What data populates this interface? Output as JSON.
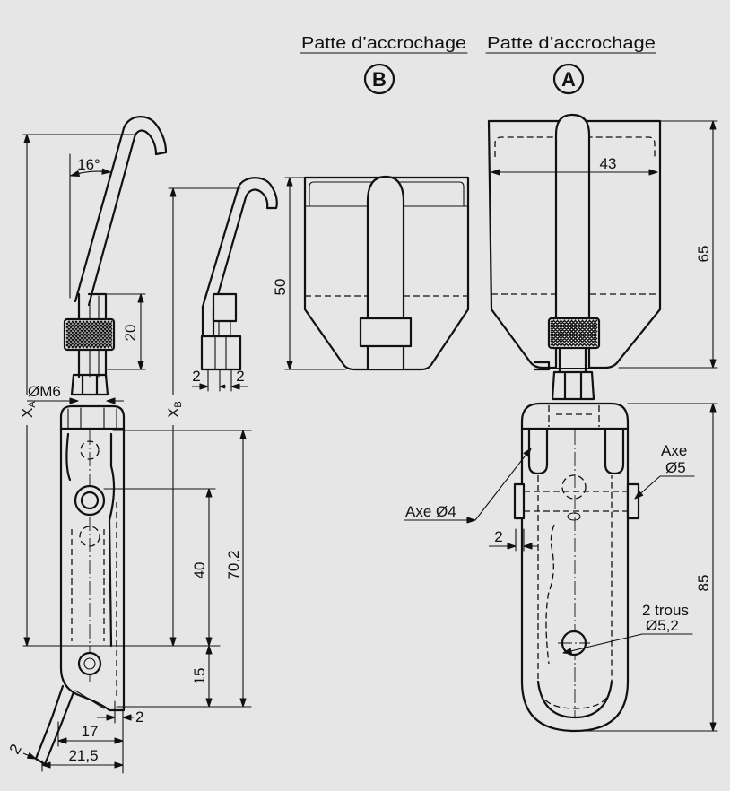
{
  "header": {
    "title_b": "Patte d’accrochage",
    "title_a": "Patte d’accrochage",
    "label_b": "B",
    "label_a": "A"
  },
  "dimensions": {
    "angle": "16°",
    "rod_length": "20",
    "thread": "ØM6",
    "x_a": {
      "letter": "X",
      "sub": "A"
    },
    "x_b": {
      "letter": "X",
      "sub": "B"
    },
    "pivot_to_hole": "40",
    "body_height": "70,2",
    "hole_to_end": "15",
    "gap": "2",
    "width_inner": "17",
    "width_outer": "21,5",
    "tail_thickness": "2",
    "hook_b_left": "2",
    "hook_b_right": "2",
    "plate_b_height": "50",
    "plate_a_width": "43",
    "plate_a_height": "65",
    "body_a_height": "85",
    "side_clearance": "2"
  },
  "callouts": {
    "axe5_label": "Axe",
    "axe5_dia": "Ø5",
    "axe4": "Axe Ø4",
    "holes_label": "2 trous",
    "holes_dia": "Ø5,2"
  },
  "colors": {
    "background": "#e6e6e6",
    "ink": "#111111"
  }
}
